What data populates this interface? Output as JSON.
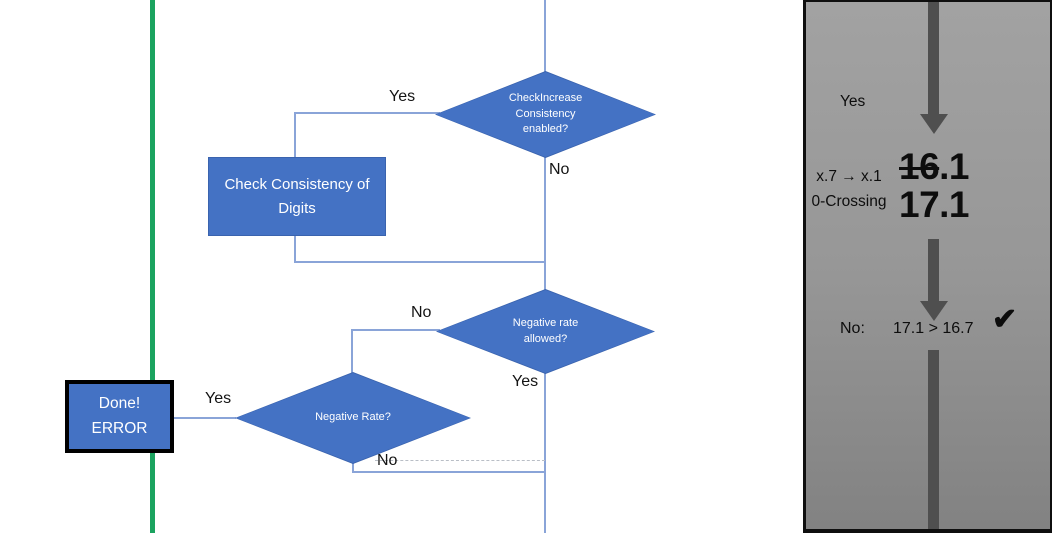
{
  "colors": {
    "shape_blue": "#4472C4",
    "shape_border": "#3A63AE",
    "connector_blue": "#8AA4D8",
    "green_line": "#1BA35F",
    "panel_gray_top": "#A2A2A2",
    "panel_gray_bottom": "#828282",
    "arrow_gray": "#4F4F4F",
    "terminal_border": "#000000"
  },
  "flowchart": {
    "decision_check_increase": "CheckIncrease Consistency enabled?",
    "process_check_consistency": "Check Consistency of Digits",
    "decision_negative_rate_allowed": "Negative rate allowed?",
    "decision_negative_rate": "Negative Rate?",
    "terminal_done": "Done!\nERROR",
    "labels": {
      "d1_yes": "Yes",
      "d1_no": "No",
      "d2_no": "No",
      "d2_yes": "Yes",
      "d3_yes": "Yes",
      "d3_no": "No"
    }
  },
  "panel": {
    "yes_label": "Yes",
    "case_line1": "x.7 → x.1",
    "case_line2": "0-Crossing",
    "old_value_struck": "16",
    "old_value_suffix": ".1",
    "new_value": "17.1",
    "result_label": "No:",
    "result_comparison": "17.1 > 16.7",
    "check_icon": "✔"
  }
}
